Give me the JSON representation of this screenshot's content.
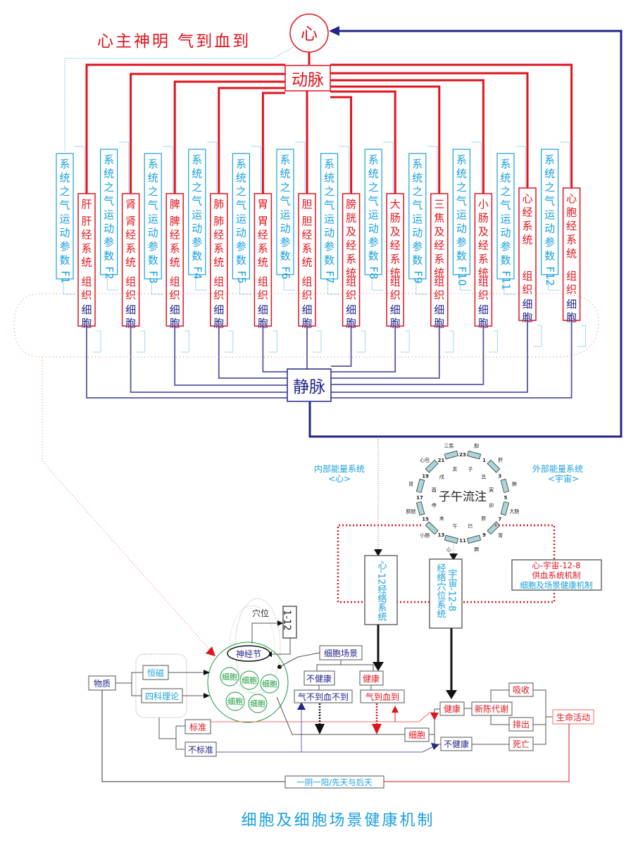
{
  "header": {
    "slogan": "心主神明 气到血到",
    "heart": "心",
    "artery": "动脉",
    "vein": "静脉"
  },
  "colors": {
    "red": "#e0141e",
    "blue": "#1e64c8",
    "cyan": "#1aa0dc",
    "navy": "#22268a",
    "green": "#1a9a3c",
    "gray": "#555555"
  },
  "systems": [
    {
      "param": "系统之气运动参数F1",
      "organ_top": "肝",
      "organ": "肝经系统",
      "tissue": "组织",
      "cell": "细胞"
    },
    {
      "param": "系统之气运动参数F2",
      "organ_top": "肾",
      "organ": "肾经系统",
      "tissue": "组织",
      "cell": "细胞"
    },
    {
      "param": "系统之气运动参数F3",
      "organ_top": "脾",
      "organ": "脾经系统",
      "tissue": "组织",
      "cell": "细胞"
    },
    {
      "param": "系统之气运动参数F4",
      "organ_top": "肺",
      "organ": "肺经系统",
      "tissue": "组织",
      "cell": "细胞"
    },
    {
      "param": "系统之气运动参数F5",
      "organ_top": "胃",
      "organ": "胃经系统",
      "tissue": "组织",
      "cell": "细胞"
    },
    {
      "param": "系统之气运动参数F6",
      "organ_top": "胆",
      "organ": "胆经系统",
      "tissue": "组织",
      "cell": "细胞"
    },
    {
      "param": "系统之气运动参数F7",
      "organ_top": "",
      "organ": "膀胱及经系统",
      "tissue": "组织",
      "cell": "细胞"
    },
    {
      "param": "系统之气运动参数F8",
      "organ_top": "",
      "organ": "大肠及经系统",
      "tissue": "组织",
      "cell": "细胞"
    },
    {
      "param": "系统之气运动参数F9",
      "organ_top": "",
      "organ": "三焦及经系统",
      "tissue": "组织",
      "cell": "细胞"
    },
    {
      "param": "系统之气运动参数F10",
      "organ_top": "",
      "organ": "小肠及经系统",
      "tissue": "组织",
      "cell": "细胞"
    },
    {
      "param": "系统之气运动参数F11",
      "organ_top": "",
      "organ": "心经系统",
      "tissue": "组织",
      "cell": "细胞"
    },
    {
      "param": "系统之气运动参数F12",
      "organ_top": "",
      "organ": "心胞经系统",
      "tissue": "组织",
      "cell": "细胞"
    }
  ],
  "energy": {
    "internal": "内部能量系统",
    "internal_sub": "<心>",
    "external": "外部能量系统",
    "external_sub": "<宇宙>"
  },
  "clock": {
    "title": "子午流注",
    "hours": [
      "23",
      "1",
      "3",
      "5",
      "7",
      "9",
      "11",
      "13",
      "15",
      "17",
      "19",
      "21"
    ],
    "organs": [
      "胆",
      "肝",
      "肺",
      "大肠",
      "胃",
      "脾",
      "心",
      "小肠",
      "膀胱",
      "肾",
      "心包",
      "三焦"
    ],
    "branches": [
      "子",
      "丑",
      "寅",
      "卯",
      "辰",
      "巳",
      "午",
      "未",
      "申",
      "酉",
      "戌",
      "亥"
    ]
  },
  "boxes": {
    "heart12": "心-12经络系统",
    "universe_a": "经络穴位系统",
    "universe_b": "宇宙-12-8",
    "mech_1": "心-宇宙-12-8",
    "mech_2": "供血系统机制",
    "mech_3": "细胞及场景健康机制"
  },
  "lower": {
    "acupoint": "穴位",
    "range": "1-12",
    "ganglion": "神经节",
    "cell": "细胞",
    "matter": "物质",
    "constant_magnet": "恒磁",
    "four_theory": "四科理论",
    "standard": "标准",
    "non_standard": "不标准",
    "cell_scene": "细胞场景",
    "unhealthy": "不健康",
    "healthy": "健康",
    "qi_not_blood_not": "气不到血不到",
    "qi_blood": "气到血到",
    "cell_box": "细胞",
    "healthy2": "健康",
    "unhealthy2": "不健康",
    "metabolism": "新陈代谢",
    "absorb": "吸收",
    "excrete": "排出",
    "death": "死亡",
    "life_activity": "生命活动",
    "yin_yang": "一阴一阳/先天与后天"
  },
  "footer": {
    "title": "细胞及细胞场景健康机制"
  }
}
